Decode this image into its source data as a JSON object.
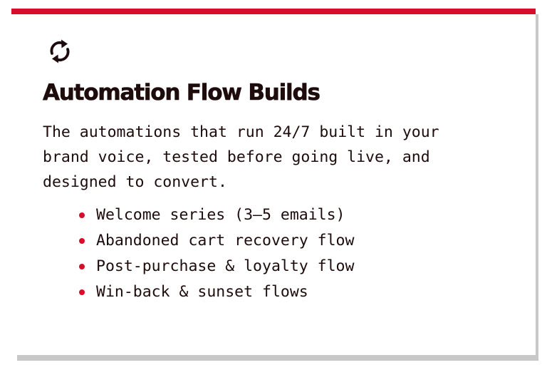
{
  "card": {
    "accent_color": "#d80d2b",
    "icon": "refresh-icon",
    "title": "Automation Flow Builds",
    "description": "The automations that run 24/7 built in your brand voice, tested before going live, and designed to convert.",
    "items": [
      "Welcome series (3–5 emails)",
      "Abandoned cart recovery flow",
      "Post-purchase & loyalty flow",
      "Win-back & sunset flows"
    ]
  }
}
